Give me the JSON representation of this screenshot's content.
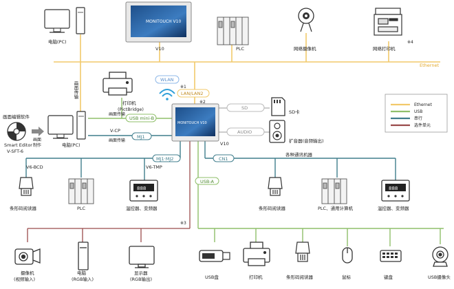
{
  "labels": {
    "pc_top": "电脑(PC)",
    "v10_top": "V10",
    "monitouch_brand": "MONITOUCH V10",
    "plc_top": "PLC",
    "network_camera": "网络摄像机",
    "network_printer": "网络打印机",
    "note4": "※4",
    "ethernet": "Ethernet",
    "screen_transfer_vertical": "画面传输",
    "wlan": "WLAN",
    "note1": "※1",
    "lan": "LAN/LAN2",
    "note2": "※2",
    "printer_pictbridge_1": "打印机",
    "printer_pictbridge_2": "(PictBridge)",
    "screen_transfer": "画面传输",
    "usb_mini_b": "USB mini-B",
    "sd_pill": "SD",
    "sd_card": "SD卡",
    "audio_pill": "AUDIO",
    "speaker": "扩音器(音频输出)",
    "software_title": "画面编辑软件",
    "smart_editor_1": "Smart Editor",
    "smart_editor_2": "V-SFT-6",
    "screen_make_1": "画面",
    "screen_make_2": "制作",
    "vcp": "V-CP",
    "mj1": "MJ1",
    "screen_transfer_2": "画面传输",
    "pc_mid": "电脑(PC)",
    "v10_center": "V10",
    "mj1mj2": "MJ1·MJ2",
    "v6bcd": "V6-BCD",
    "v6tmp": "V6-TMP",
    "cn1": "CN1",
    "various_devices": "各种通讯机器",
    "usb_a": "USB-A",
    "barcode_left": "条形码阅读器",
    "plc_left": "PLC",
    "temp_left": "温控器、变频器",
    "barcode_mid": "条形码阅读器",
    "plc_computer": "PLC、通用计算机",
    "temp_right": "温控器、变频器",
    "note3": "※3",
    "camera_1": "摄像机",
    "camera_2": "(视频输入)",
    "pc_rgb_1": "电脑",
    "pc_rgb_2": "(RGB输入)",
    "display_1": "显示器",
    "display_2": "(RGB输出)",
    "usb_drive": "USB盘",
    "printer_bottom": "打印机",
    "barcode_bottom": "条形码阅读器",
    "mouse": "鼠标",
    "keyboard": "键盘",
    "usb_camera": "USB摄像头",
    "panel_digits": "888"
  },
  "legend": [
    {
      "label": "Ethernet",
      "color": "#f2c96a"
    },
    {
      "label": "USB",
      "color": "#8fbf6a"
    },
    {
      "label": "串行",
      "color": "#3f7d8c"
    },
    {
      "label": "选件单元",
      "color": "#9a4a4a"
    }
  ],
  "colors": {
    "ethernet": "#f2c96a",
    "usb": "#8fbf6a",
    "serial": "#3f7d8c",
    "option": "#9a4a4a",
    "wlan": "#2f9fd8"
  }
}
